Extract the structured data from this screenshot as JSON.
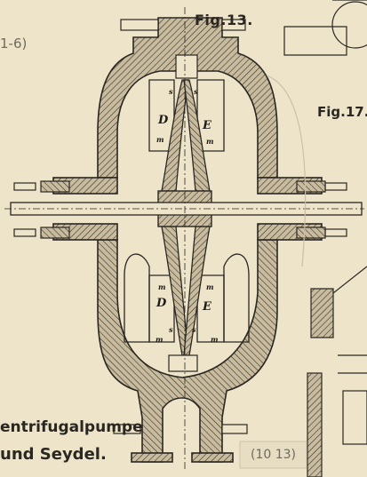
{
  "figure_label": "Fig.13.",
  "side_figure_label": "Fig.17.",
  "ref_top_left": "1-6)",
  "ref_bottom_right": "(10 13)",
  "caption_line1": "entrifugalpumpe",
  "caption_line2": "und Seydel.",
  "parts": {
    "d_upper": "D",
    "e_upper": "E",
    "d_lower": "D",
    "e_lower": "E",
    "m1": "m",
    "m2": "m",
    "m3": "m",
    "m4": "m",
    "m5": "m",
    "m6": "m",
    "s1": "s",
    "s2": "s",
    "s3": "s",
    "s4": "s"
  },
  "colors": {
    "paper": "#ede4c9",
    "ink": "#2a2722",
    "wall": "#b8ab8f"
  }
}
